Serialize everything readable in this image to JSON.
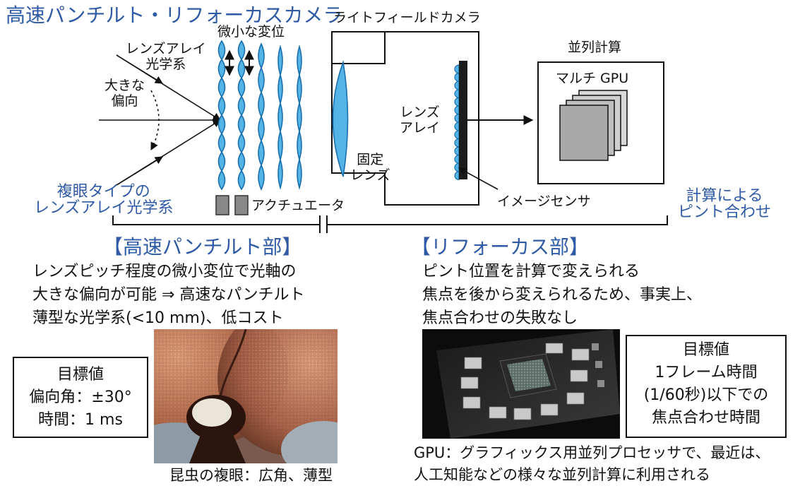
{
  "title": "高速パンチルト・リフォーカスカメラ",
  "diagram": {
    "lens_array_optics": [
      "レンズアレイ",
      "光学系"
    ],
    "large_deflection": [
      "大きな",
      "偏向"
    ],
    "small_displacement": "微小な変位",
    "compound_eye_type": [
      "複眼タイプの",
      "レンズアレイ光学系"
    ],
    "actuator": "アクチュエータ",
    "light_field_camera": "ライトフィールドカメラ",
    "fixed_lens": [
      "固定",
      "レンズ"
    ],
    "lens_array": [
      "レンズ",
      "アレイ"
    ],
    "image_sensor": "イメージセンサ",
    "parallel_computing": "並列計算",
    "multi_gpu": "マルチ GPU",
    "computational_focus": [
      "計算による",
      "ピント合わせ"
    ]
  },
  "left": {
    "heading": "【高速パンチルト部】",
    "lines": [
      "レンズピッチ程度の微小変位で光軸の",
      "大きな偏向が可能 ⇒ 高速なパンチルト",
      "薄型な光学系(<10 mm)、低コスト"
    ],
    "target": [
      "目標値",
      "偏向角：±30°",
      "時間：1 ms"
    ],
    "photo_caption": "昆虫の複眼：広角、薄型"
  },
  "right": {
    "heading": "【リフォーカス部】",
    "lines": [
      "ピント位置を計算で変えられる",
      "焦点を後から変えられるため、事実上、",
      "焦点合わせの失敗なし"
    ],
    "target": [
      "目標値",
      "1フレーム時間",
      "(1/60秒)以下での",
      "焦点合わせ時間"
    ],
    "photo_caption": [
      "GPU：グラフィックス用並列プロセッサで、最近は、",
      "人工知能などの様々な並列計算に利用される"
    ]
  },
  "colors": {
    "accent": "#2f5aa6",
    "lens_fill": "#55b4e6",
    "lens_stroke": "#1a6fae"
  }
}
